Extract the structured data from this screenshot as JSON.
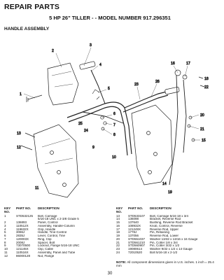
{
  "header": {
    "title": "REPAIR PARTS",
    "subtitle": "5 HP  26\" TILLER - - MODEL NUMBER 917.296351",
    "section": "HANDLE ASSEMBLY"
  },
  "callouts": [
    "1",
    "2",
    "3",
    "4",
    "5",
    "6",
    "7",
    "8",
    "9",
    "10",
    "11",
    "12",
    "13",
    "14",
    "15",
    "16",
    "17",
    "18",
    "19",
    "20",
    "21",
    "22",
    "23",
    "24",
    "25",
    "26"
  ],
  "table_headers": {
    "key_no": "KEY NO.",
    "part_no": "PART NO.",
    "description": "DESCRIPTION"
  },
  "parts_left": [
    {
      "key": "1",
      "part": "STD532125",
      "desc": "Bolt, Carriage"
    },
    {
      "key": "",
      "part": "",
      "desc": "5/16-18 UNC x 2-3/8 Grade 5"
    },
    {
      "key": "2",
      "part": "136893",
      "desc": "Panel, Control"
    },
    {
      "key": "3",
      "part": "110512X",
      "desc": "Assembly, Handle-Column"
    },
    {
      "key": "4",
      "part": "119632X",
      "desc": "Grip, Handle"
    },
    {
      "key": "5",
      "part": "3086J",
      "desc": "Handle, Tine-Control"
    },
    {
      "key": "6",
      "part": "2835J",
      "desc": "Lever, Control, Tine"
    },
    {
      "key": "7",
      "part": "120003X",
      "desc": "Ring, Clip"
    },
    {
      "key": "8",
      "part": "2008J",
      "desc": "Spacer, Bolt"
    },
    {
      "key": "9",
      "part": "73070500",
      "desc": "Locknut, Flange  5/16-18 UNC"
    },
    {
      "key": "10",
      "part": "121145X",
      "desc": "Clip, Cable"
    },
    {
      "key": "11",
      "part": "110516X",
      "desc": "Assembly, Panel and Tube"
    },
    {
      "key": "12",
      "part": "86000128",
      "desc": "Nut, Flange"
    }
  ],
  "parts_right": [
    {
      "key": "13",
      "part": "STD533107",
      "desc": "Bolt, Carriage  5/16-18 x 3/4"
    },
    {
      "key": "14",
      "part": "136098",
      "desc": "Bracket, Reverse Rod"
    },
    {
      "key": "15",
      "part": "137640",
      "desc": "Bushing, Reverse Rod Bracket"
    },
    {
      "key": "16",
      "part": "108932X",
      "desc": "Knob, Control, Reverse"
    },
    {
      "key": "17",
      "part": "121249X",
      "desc": "Reverse Rod, Upper"
    },
    {
      "key": "18",
      "part": "1778J",
      "desc": "Pin, Retaining"
    },
    {
      "key": "19",
      "part": "137056",
      "desc": "Reverse Rod, Lower"
    },
    {
      "key": "20",
      "part": "STD551037",
      "desc": "Washer  13/32 x 13/16 x 16 Gauge"
    },
    {
      "key": "21",
      "part": "STD561210",
      "desc": "Pin, Cotter  1/8 x 3/4"
    },
    {
      "key": "22",
      "part": "STD560907",
      "desc": "Pin, Cotter  3/32 x 1/2"
    },
    {
      "key": "23",
      "part": "19080614",
      "desc": "Washer  9/32 x 1/2 x 14 Gauge"
    },
    {
      "key": "24",
      "part": "72010520",
      "desc": "Bolt 5/16-18 x 2-1/2"
    }
  ],
  "note": {
    "label": "NOTE:",
    "text": "All component dimensions given in U.S. inches. 1 inch = 25.4 mm"
  },
  "page_number": "30"
}
